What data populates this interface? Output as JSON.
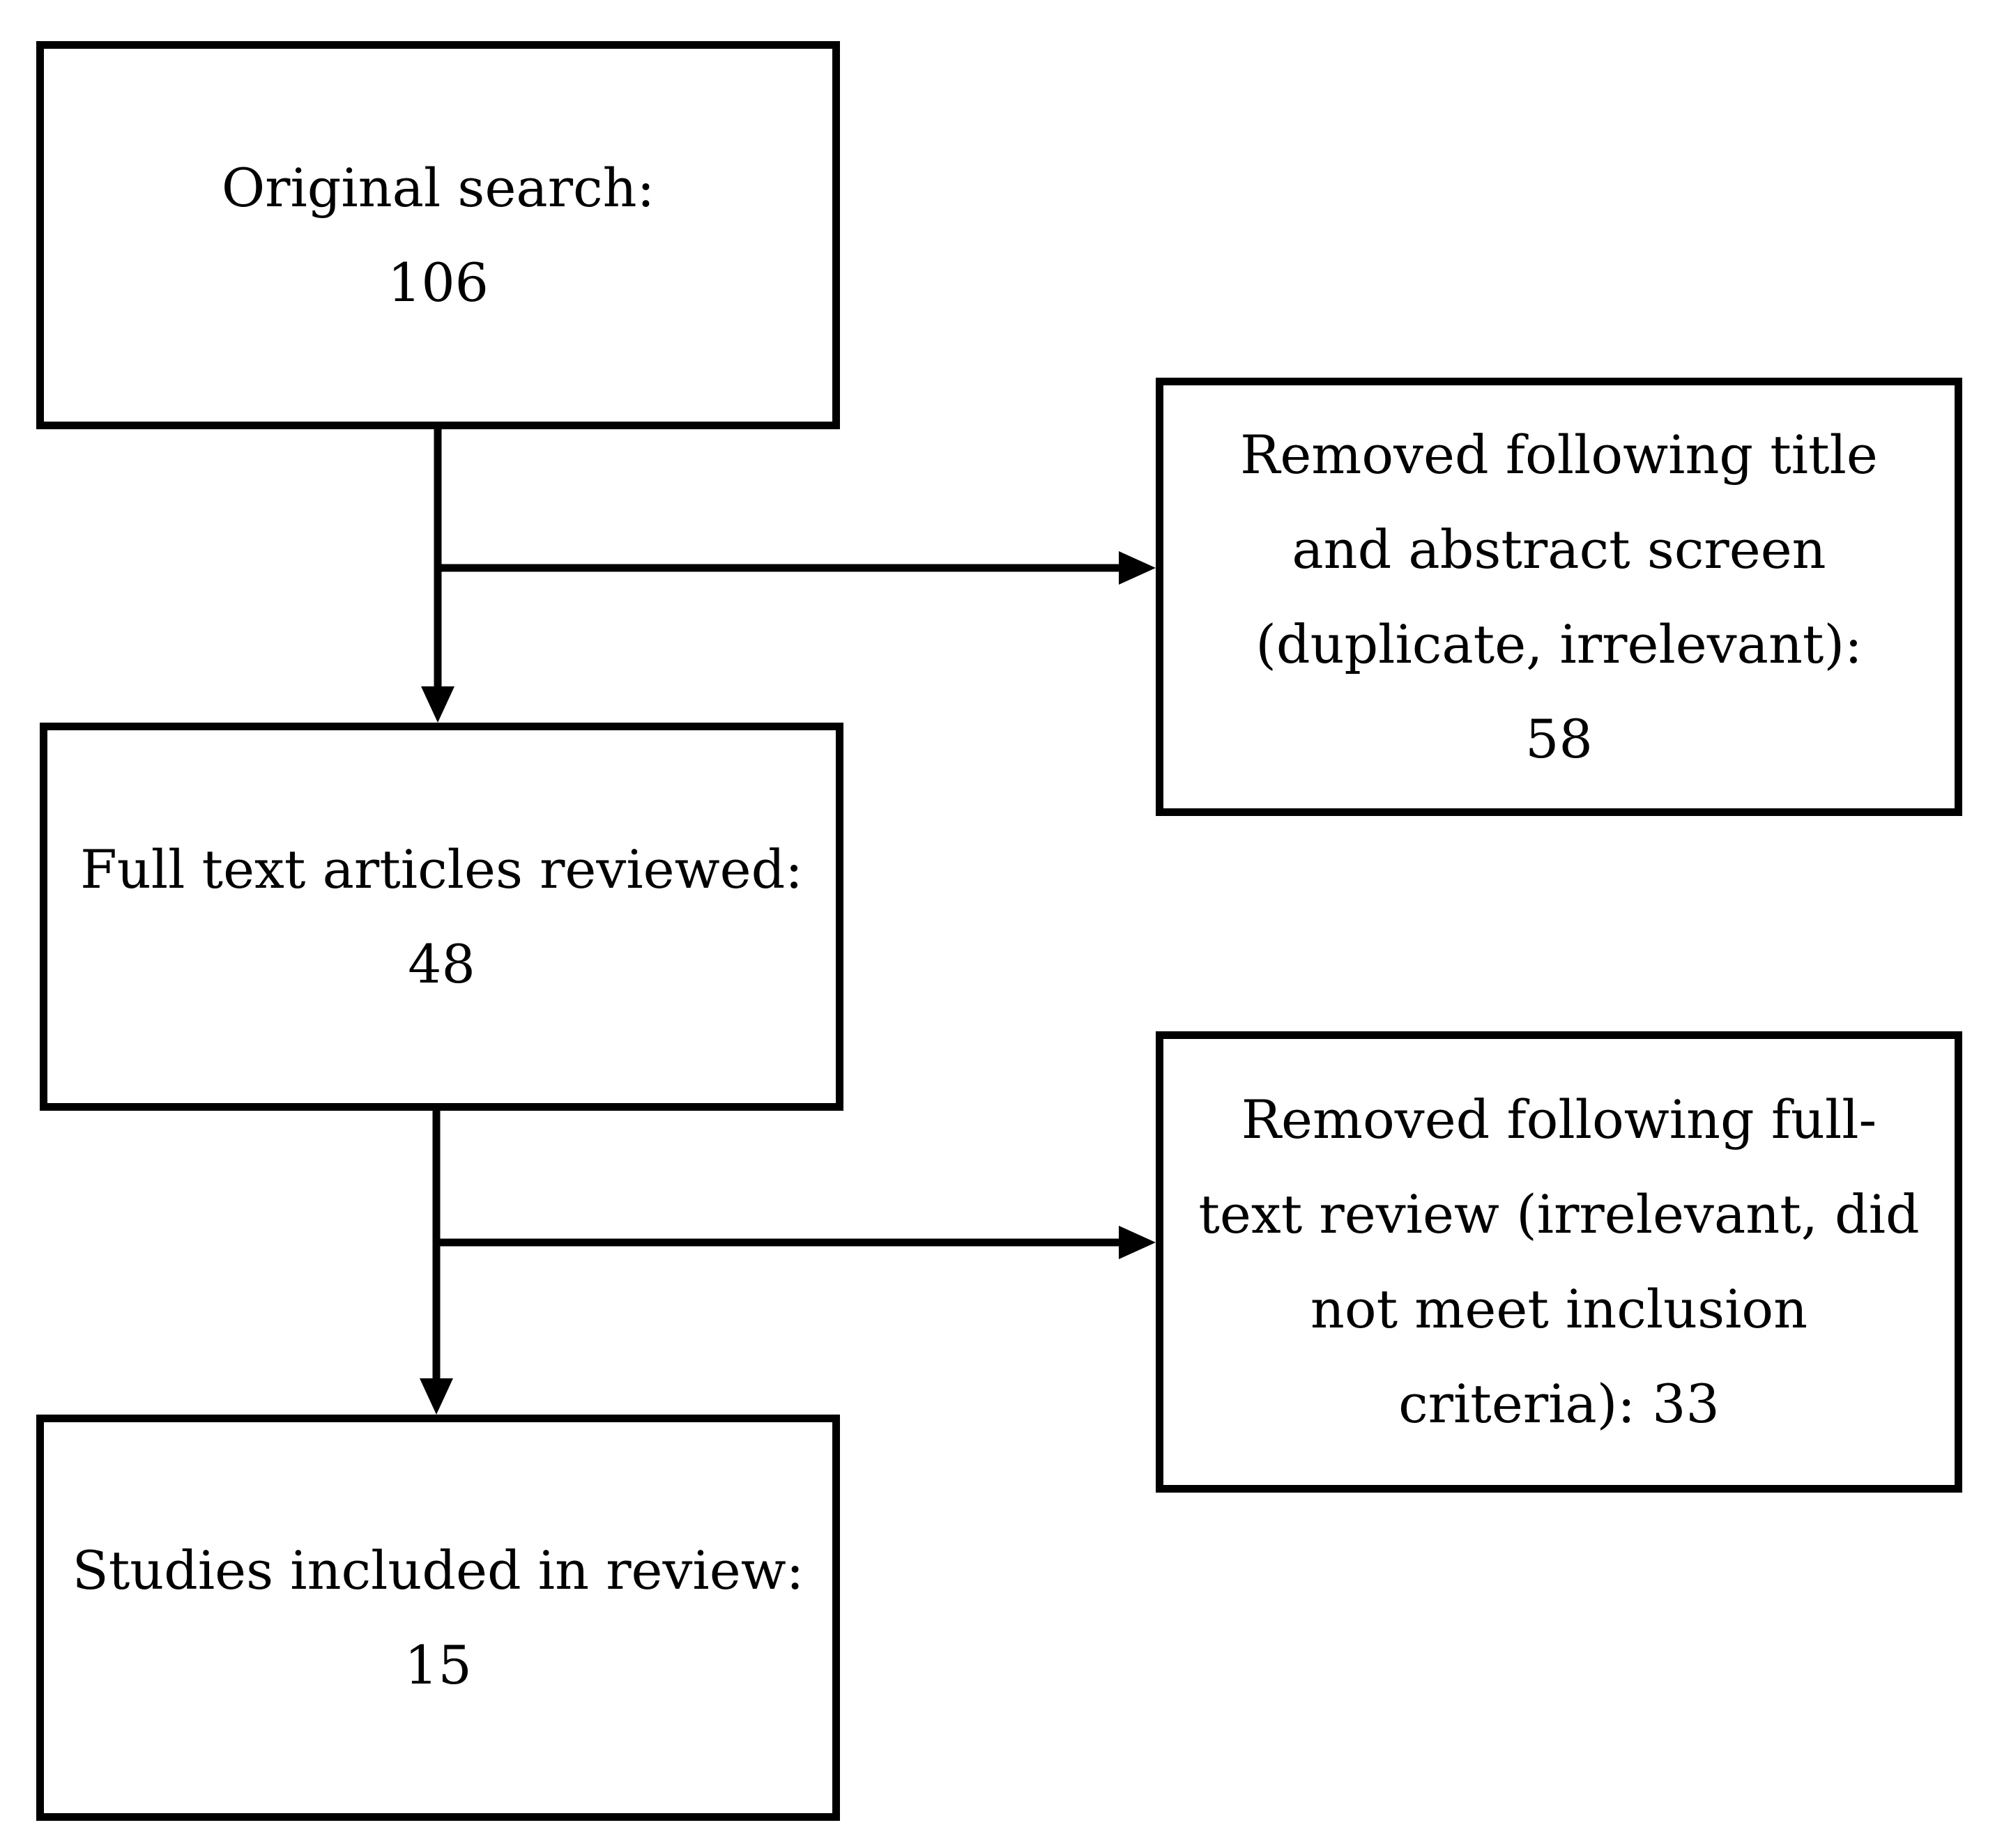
{
  "flowchart": {
    "original_search": {
      "label": "Original search:",
      "count": "106"
    },
    "removed_title_abstract": {
      "line1": "Removed following title",
      "line2": "and abstract screen",
      "line3": "(duplicate, irrelevant):",
      "count": "58"
    },
    "full_text_reviewed": {
      "label": "Full text articles reviewed:",
      "count": "48"
    },
    "removed_full_text": {
      "line1": "Removed following full-",
      "line2": "text review (irrelevant, did",
      "line3": "not meet inclusion",
      "line4": "criteria): 33"
    },
    "studies_included": {
      "label": "Studies included in review:",
      "count": "15"
    }
  },
  "colors": {
    "stroke": "#000000",
    "background": "#ffffff"
  }
}
